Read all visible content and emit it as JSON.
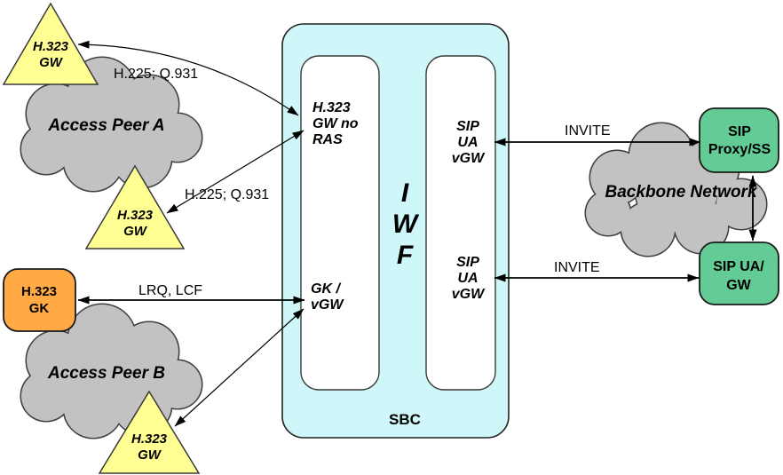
{
  "colors": {
    "sbc_fill": "#cff7f9",
    "inner_fill": "#ffffff",
    "cloud_fill": "#c2c2c2",
    "gw_yellow": "#ffff94",
    "gk_orange": "#ffaa45",
    "sip_green": "#63cb96"
  },
  "clouds": {
    "peer_a": {
      "label": "Access Peer A"
    },
    "peer_b": {
      "label": "Access Peer B"
    },
    "backbone": {
      "label": "Backbone Network"
    }
  },
  "h323_nodes": {
    "gw_top": {
      "line1": "H.323",
      "line2": "GW"
    },
    "gw_mid": {
      "line1": "H.323",
      "line2": "GW"
    },
    "gw_bottom": {
      "line1": "H.323",
      "line2": "GW"
    },
    "gk": {
      "line1": "H.323",
      "line2": "GK"
    }
  },
  "sbc": {
    "label": "SBC",
    "iwf": {
      "line1": "I",
      "line2": "W",
      "line3": "F"
    },
    "h323_gw_no_ras": {
      "line1": "H.323",
      "line2": "GW no",
      "line3": "RAS"
    },
    "gk_vgw": {
      "line1": "GK /",
      "line2": "vGW"
    },
    "sip_ua_top": {
      "line1": "SIP",
      "line2": "UA",
      "line3": "vGW"
    },
    "sip_ua_bottom": {
      "line1": "SIP",
      "line2": "UA",
      "line3": "vGW"
    }
  },
  "sip_nodes": {
    "proxy": {
      "line1": "SIP",
      "line2": "Proxy/SS"
    },
    "ua_gw": {
      "line1": "SIP UA/",
      "line2": "GW"
    }
  },
  "edges": {
    "h225_top": "H.225; Q.931",
    "h225_mid": "H.225; Q.931",
    "lrq_lcf": "LRQ, LCF",
    "invite_top": "INVITE",
    "invite_bottom": "INVITE"
  }
}
